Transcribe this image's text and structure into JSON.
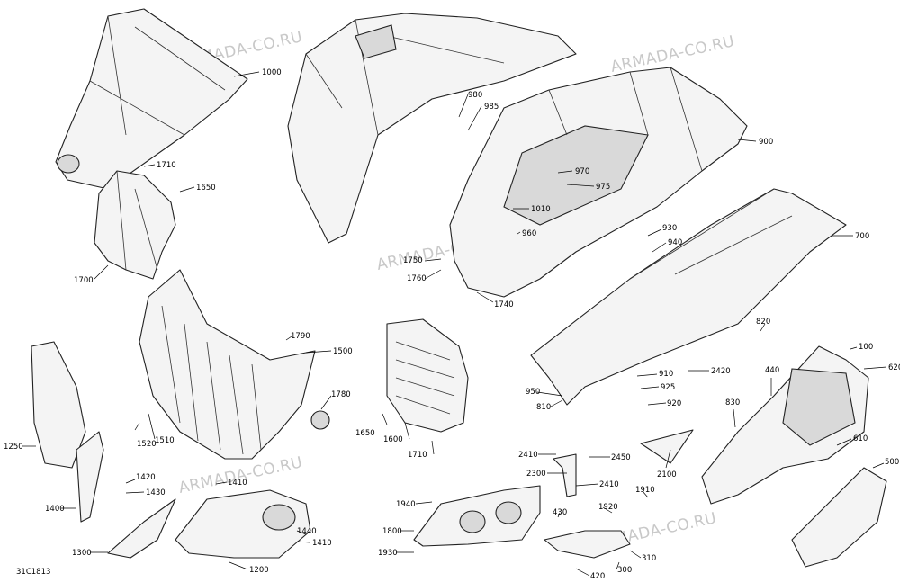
{
  "figure_code": "31C1813",
  "watermark": "ARMADA-CO.RU",
  "callouts": [
    "1000",
    "980",
    "985",
    "900",
    "970",
    "975",
    "1010",
    "960",
    "930",
    "940",
    "700",
    "1710",
    "1650",
    "1700",
    "1750",
    "1760",
    "1740",
    "1790",
    "1500",
    "820",
    "100",
    "620",
    "1780",
    "910",
    "2420",
    "950",
    "925",
    "810",
    "920",
    "440",
    "830",
    "610",
    "1250",
    "1520",
    "1510",
    "1650",
    "1600",
    "1710",
    "2410",
    "2450",
    "2100",
    "500",
    "2300",
    "2410",
    "1420",
    "1410",
    "1430",
    "1910",
    "1400",
    "1940",
    "430",
    "1920",
    "1800",
    "1440",
    "1410",
    "1300",
    "1200",
    "1930",
    "310",
    "300",
    "420"
  ]
}
